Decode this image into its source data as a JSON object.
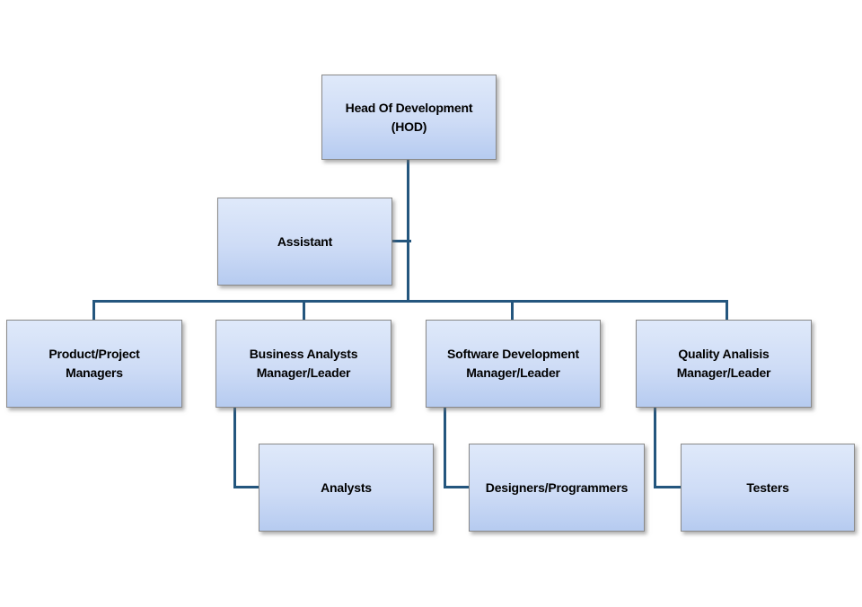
{
  "theme": {
    "line_color": "#24567e",
    "box_top": "#dfe9fa",
    "box_mid": "#cedcf6",
    "box_bottom": "#b6cbf0",
    "box_border": "#898989",
    "canvas_bg": "#ffffff"
  },
  "chart": {
    "type": "org-chart",
    "nodes": {
      "hod": {
        "label": "Head Of Development\n(HOD)"
      },
      "assistant": {
        "label": "Assistant"
      },
      "product": {
        "label": "Product/Project\nManagers"
      },
      "business": {
        "label": "Business Analysts\nManager/Leader"
      },
      "software": {
        "label": "Software Development\nManager/Leader"
      },
      "quality": {
        "label": "Quality Analisis\nManager/Leader"
      },
      "analysts": {
        "label": "Analysts"
      },
      "designers": {
        "label": "Designers/Programmers"
      },
      "testers": {
        "label": "Testers"
      }
    },
    "edges": [
      {
        "from": "hod",
        "to": "assistant"
      },
      {
        "from": "hod",
        "to": "product"
      },
      {
        "from": "hod",
        "to": "business"
      },
      {
        "from": "hod",
        "to": "software"
      },
      {
        "from": "hod",
        "to": "quality"
      },
      {
        "from": "business",
        "to": "analysts"
      },
      {
        "from": "software",
        "to": "designers"
      },
      {
        "from": "quality",
        "to": "testers"
      }
    ]
  }
}
